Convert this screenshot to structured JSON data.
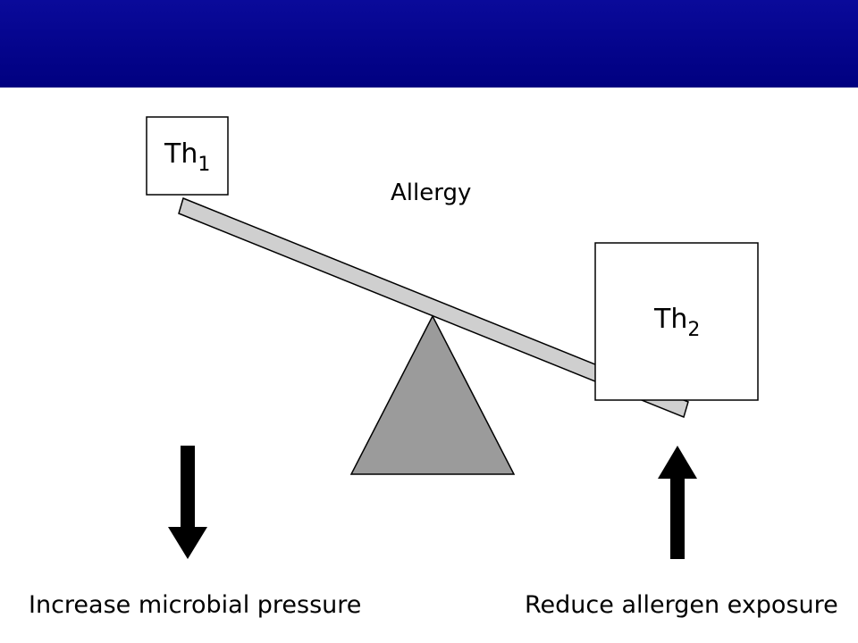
{
  "header": {
    "band_color": "#00008b"
  },
  "diagram": {
    "left_box": {
      "main": "Th",
      "sub": "1"
    },
    "right_box": {
      "main": "Th",
      "sub": "2"
    },
    "balance_label": "Allergy",
    "left_arrow_label": "Increase microbial pressure",
    "right_arrow_label": "Reduce allergen exposure",
    "left_arrow_direction": "down",
    "right_arrow_direction": "up",
    "colors": {
      "beam": "#cfcfcf",
      "fulcrum": "#9b9b9b",
      "arrow": "#000000"
    }
  }
}
